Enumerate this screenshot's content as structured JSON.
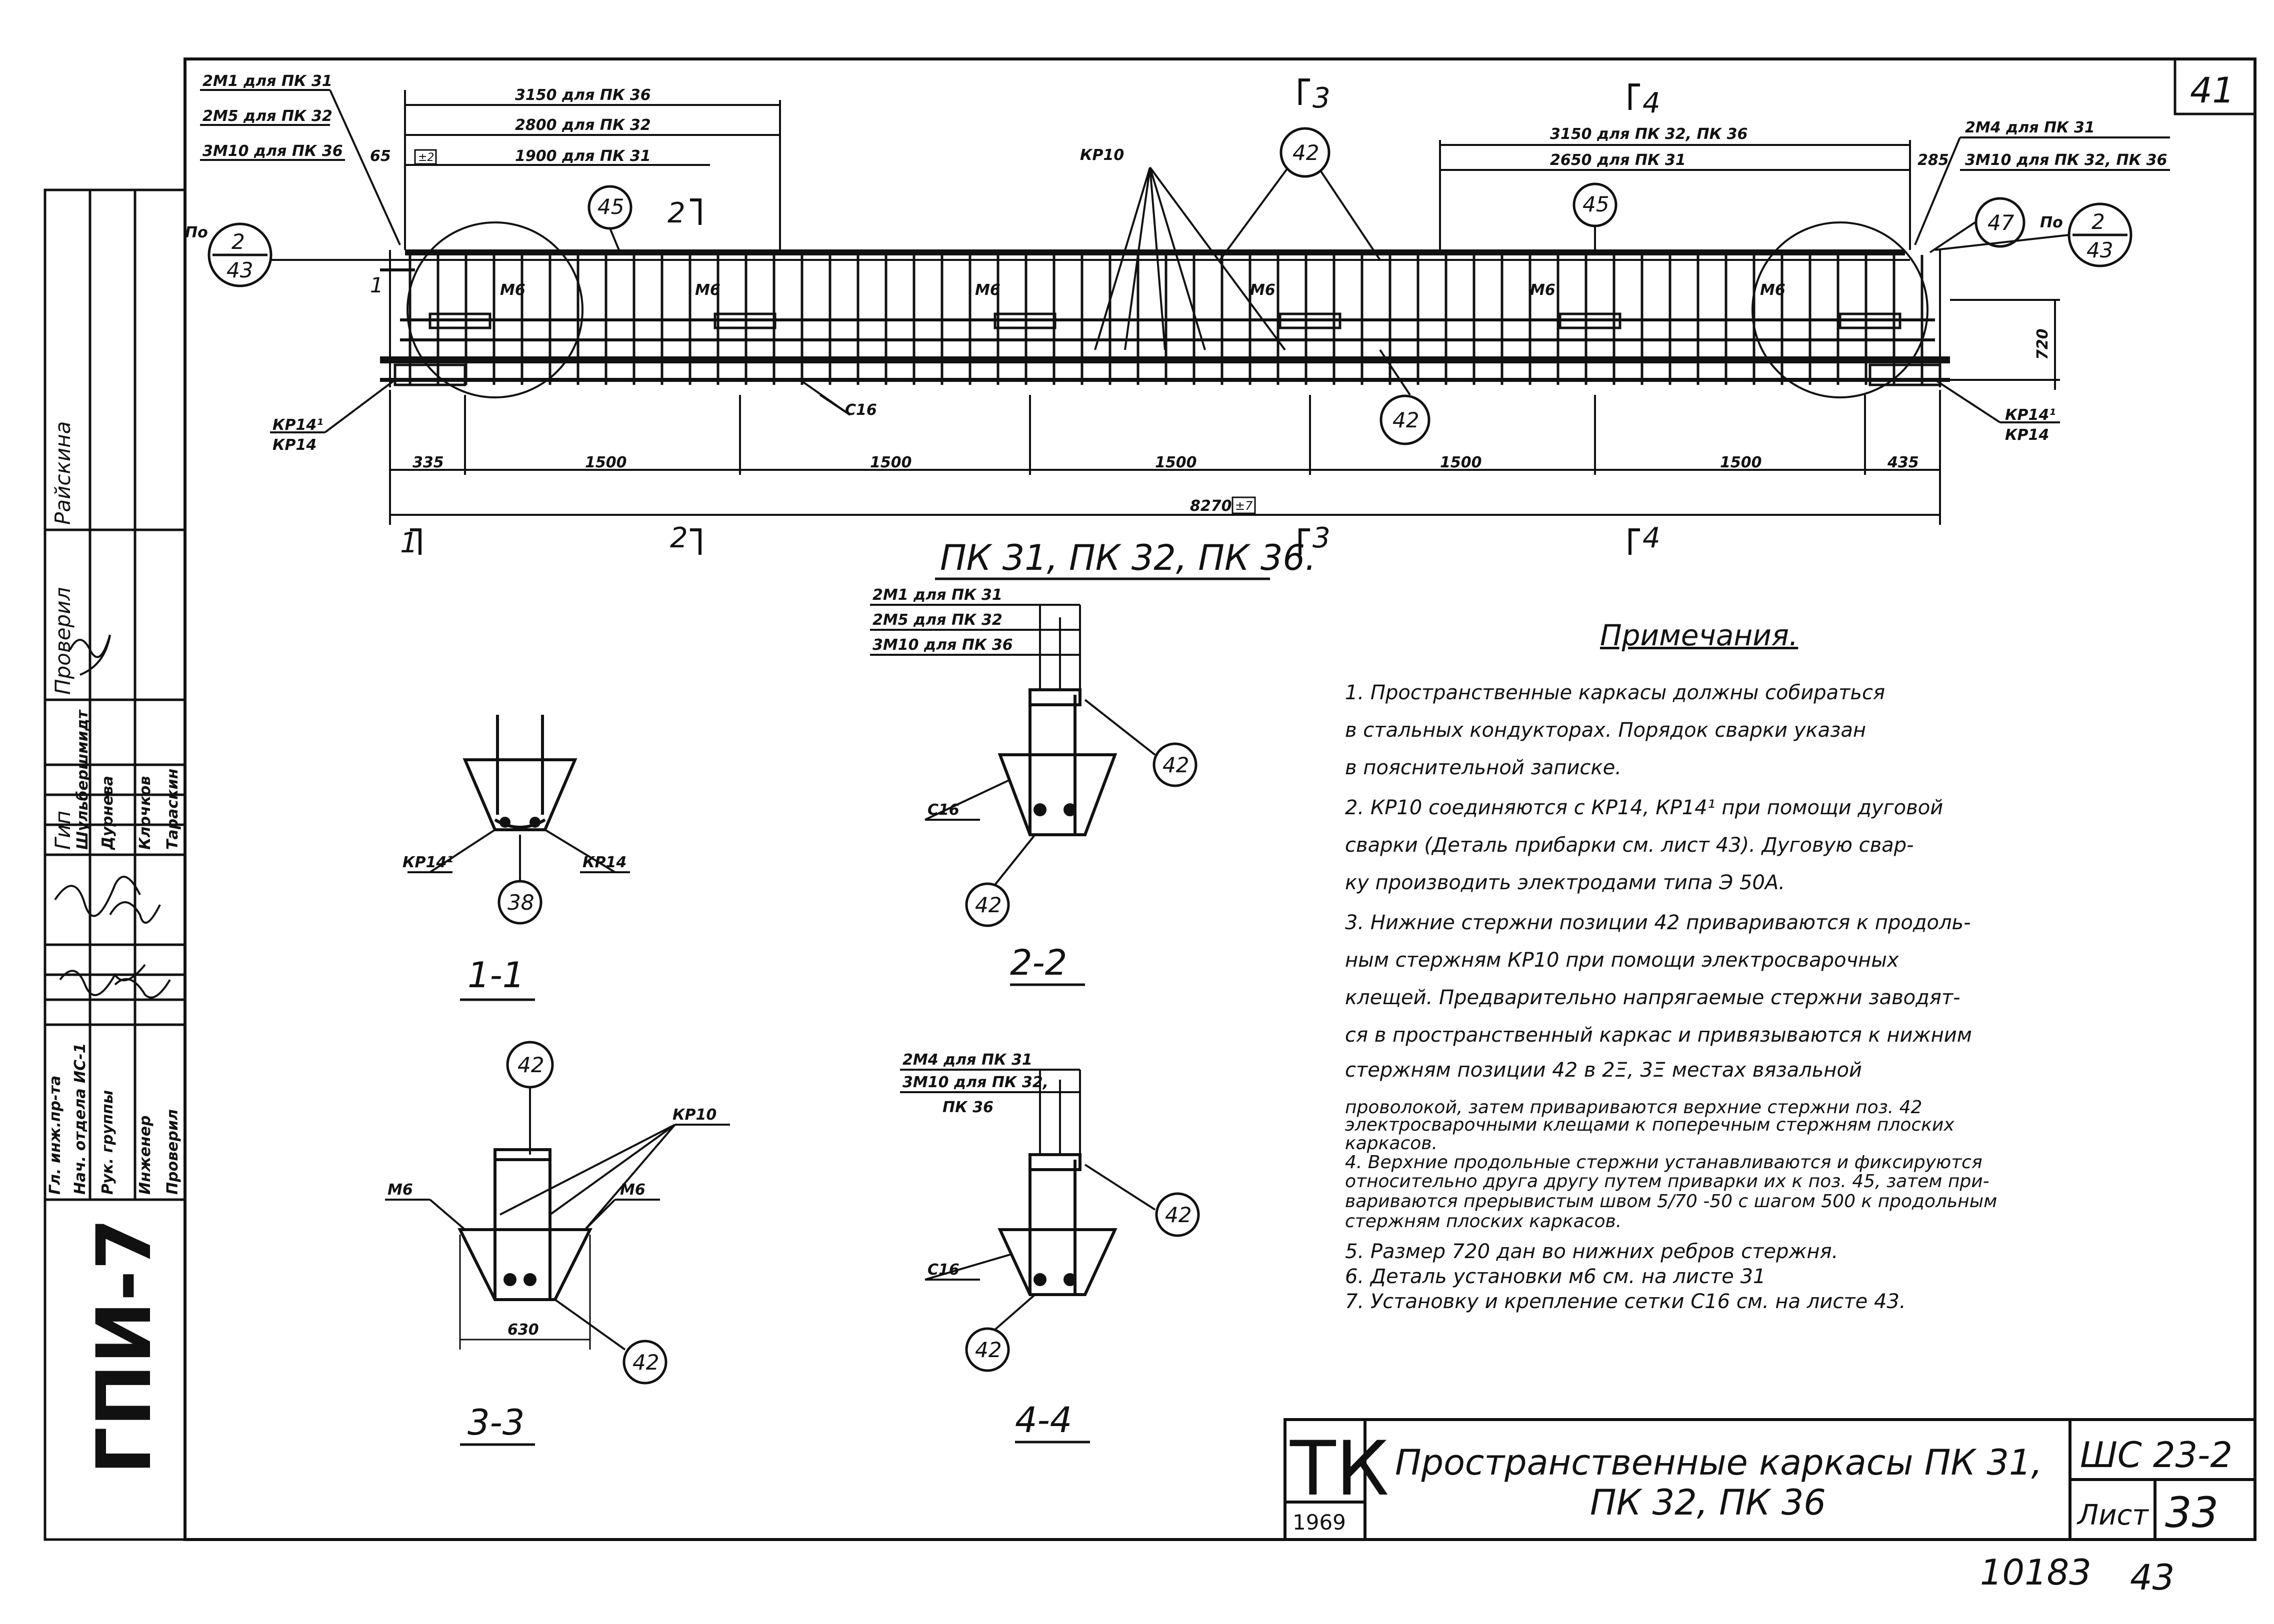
{
  "title_block": {
    "organization": "ГПИ-7",
    "roles": [
      "Гл. инж.пр-та",
      "Нач. отдела ИС-1",
      "Рук. группы",
      "Инженер",
      "Проверил"
    ],
    "names": [
      "Шульбершмидт",
      "Дурнева",
      "Клочков",
      "Тараскин",
      "Райскина"
    ],
    "header_gip": "Гип",
    "header_checked": "Проверил",
    "logo": "ТК",
    "year": "1969",
    "drawing_title_line1": "Пространственные каркасы ПК 31,",
    "drawing_title_line2": "ПК 32, ПК 36",
    "series": "ШС 23-2",
    "sheet_label": "Лист",
    "sheet_number": "33",
    "page_corner": "41",
    "archive_number": "10183",
    "archive_page": "43"
  },
  "main_view": {
    "caption": "ПК 31, ПК 32, ПК 36.",
    "left_rebar_labels": [
      "2М1 для ПК 31",
      "2М5 для ПК 32",
      "3М10 для ПК 36"
    ],
    "left_dims": [
      "3150 для ПК 36",
      "2800 для ПК 32",
      "1900 для ПК 31"
    ],
    "left_end_dim": "65",
    "right_dims": [
      "3150 для ПК 32, ПК 36",
      "2650 для ПК 31"
    ],
    "right_end_dim": "285",
    "right_rebar_labels": [
      "2М4 для ПК 31",
      "3М10 для ПК 32, ПК 36"
    ],
    "kr10": "КР10",
    "c16": "С16",
    "m6": "М6",
    "kr14_pair": [
      "КР14¹",
      "КР14"
    ],
    "height_dim": "720",
    "bottom_dims": [
      "335",
      "1500",
      "1500",
      "1500",
      "1500",
      "1500",
      "435"
    ],
    "overall_dim": "8270",
    "tol_box": "±7",
    "tol_box_small": "±2",
    "ref_prefix": "По",
    "ref_num": "2",
    "ref_sheet": "43",
    "callouts": [
      "45",
      "45",
      "42",
      "42",
      "47"
    ],
    "section_marks": [
      "1",
      "2",
      "3",
      "4"
    ]
  },
  "sections": {
    "s11": {
      "label": "1-1",
      "kr14a": "КР14¹",
      "kr14b": "КР14",
      "callout": "38"
    },
    "s22": {
      "label": "2-2",
      "rebar_labels": [
        "2М1 для ПК 31",
        "2М5 для ПК 32",
        "3М10 для ПК 36"
      ],
      "c16": "С16",
      "callouts": [
        "42",
        "42"
      ]
    },
    "s33": {
      "label": "3-3",
      "kr10": "КР10",
      "m6": "М6",
      "width": "630",
      "callouts": [
        "42",
        "42"
      ]
    },
    "s44": {
      "label": "4-4",
      "rebar_labels": [
        "2М4 для ПК 31",
        "3М10 для ПК 32,",
        "ПК 36"
      ],
      "c16": "С16",
      "callouts": [
        "42",
        "42"
      ]
    }
  },
  "notes": {
    "heading": "Примечания.",
    "lines": [
      "1. Пространственные каркасы должны собираться",
      "в стальных кондукторах. Порядок сварки указан",
      "в пояснительной записке.",
      "2. КР10 соединяются с КР14, КР14¹ при помощи дуговой",
      "сварки (Деталь прибарки см. лист 43). Дуговую свар-",
      "ку производить электродами типа Э 50А.",
      "3. Нижние стержни позиции 42 привариваются к продоль-",
      "ным стержням КР10 при помощи электросварочных",
      "клещей. Предварительно напрягаемые стержни заводят-",
      "ся в пространственный каркас и привязываются к нижним",
      "стержням позиции 42 в 2Ξ, 3Ξ местах вязальной",
      "проволокой, затем привариваются верхние стержни поз. 42",
      "электросварочными клещами к поперечным стержням плоских",
      "каркасов.",
      "4. Верхние продольные стержни устанавливаются и фиксируются",
      "относительно друга другу путем приварки их к поз. 45, затем при-",
      "вариваются прерывистым швом 5/70 -50 с шагом 500 к продольным",
      "стержням плоских каркасов.",
      "5. Размер 720 дан во нижних ребров стержня.",
      "6. Деталь установки м6 см. на листе 31",
      "7. Установку и крепление сетки С16 см. на листе 43."
    ]
  }
}
